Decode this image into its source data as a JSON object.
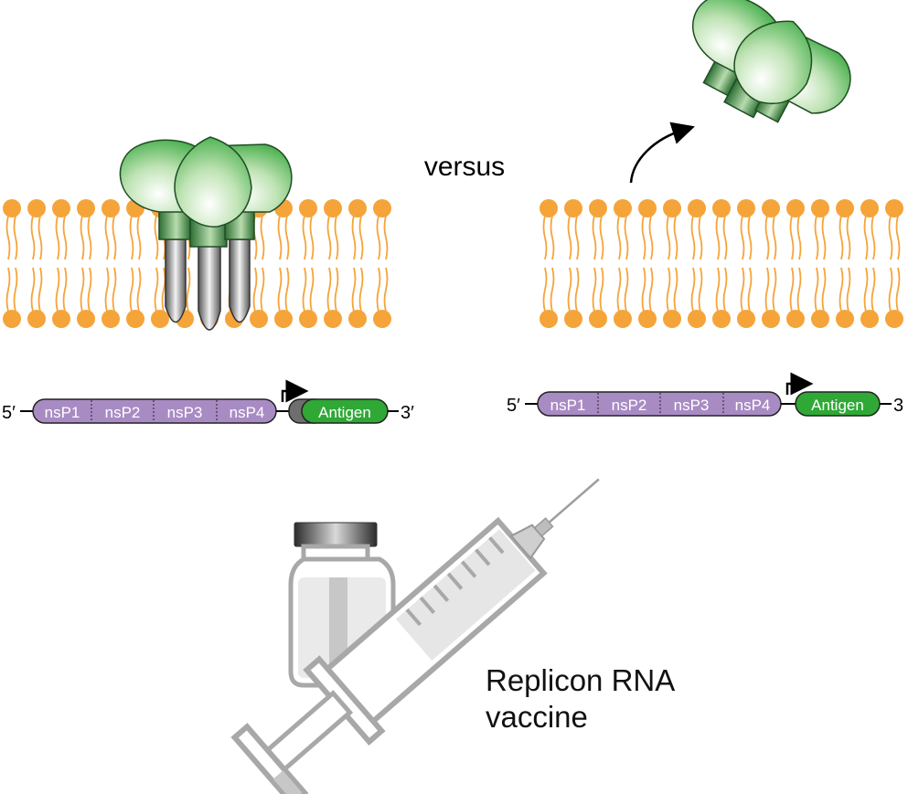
{
  "comparison_label": "versus",
  "left_construct": {
    "five_prime": "5′",
    "three_prime": "3′",
    "segments": [
      "nsP1",
      "nsP2",
      "nsP3",
      "nsP4"
    ],
    "antigen_label": "Antigen"
  },
  "right_construct": {
    "five_prime": "5′",
    "three_prime": "3",
    "segments": [
      "nsP1",
      "nsP2",
      "nsP3",
      "nsP4"
    ],
    "antigen_label": "Antigen"
  },
  "vaccine_caption": {
    "line1": "Replicon RNA",
    "line2": "vaccine"
  },
  "colors": {
    "lipid_head": "#f5a43a",
    "nsp_fill": "#a98bc4",
    "antigen_fill": "#2fa836",
    "grey_tag": "#6e6e6e",
    "protein_green": "#4cb848"
  }
}
